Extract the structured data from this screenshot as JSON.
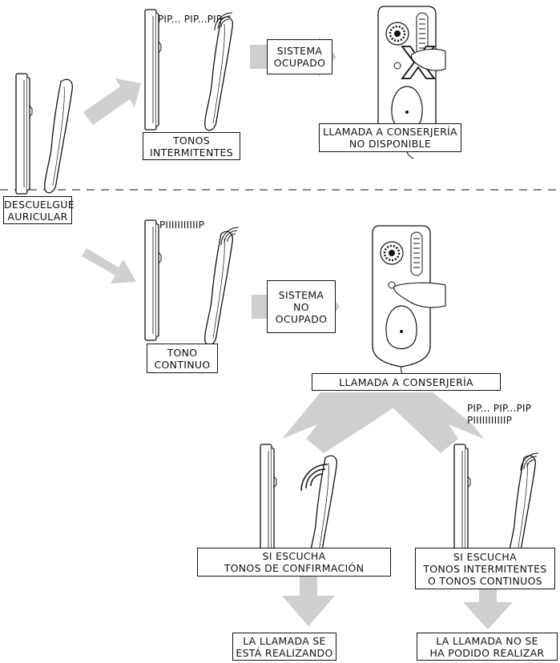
{
  "colors": {
    "arrow": "#cfcfcf",
    "line": "#111111",
    "background": "#ffffff"
  },
  "labels": {
    "descuelgue": [
      "DESCUELGUE",
      "AURICULAR"
    ],
    "tonos_intermitentes": [
      "TONOS",
      "INTERMITENTES"
    ],
    "sistema_ocupado": [
      "SISTEMA",
      "OCUPADO"
    ],
    "llamada_no_disponible": [
      "LLAMADA A CONSERJERÍA",
      "NO DISPONIBLE"
    ],
    "tono_continuo": [
      "TONO",
      "CONTINUO"
    ],
    "sistema_no_ocupado": [
      "SISTEMA",
      "NO",
      "OCUPADO"
    ],
    "llamada_conserjeria": [
      "LLAMADA A CONSERJERÍA"
    ],
    "confirmacion": [
      "SI ESCUCHA",
      "TONOS DE CONFIRMACIÓN"
    ],
    "intermitentes_continuos": [
      "SI ESCUCHA",
      "TONOS INTERMITENTES",
      "O TONOS CONTINUOS"
    ],
    "realizando": [
      "LA LLAMADA SE",
      "ESTÁ REALIZANDO"
    ],
    "no_realizada": [
      "LA LLAMADA NO SE",
      "HA PODIDO REALIZAR"
    ]
  },
  "sounds": {
    "top": "PIP... PIP...PIP",
    "continuous": "PIIIIIIIIIIIP",
    "bottom_intermittent": "PIP... PIP...PIP",
    "bottom_continuous": "PIIIIIIIIIIIP"
  }
}
